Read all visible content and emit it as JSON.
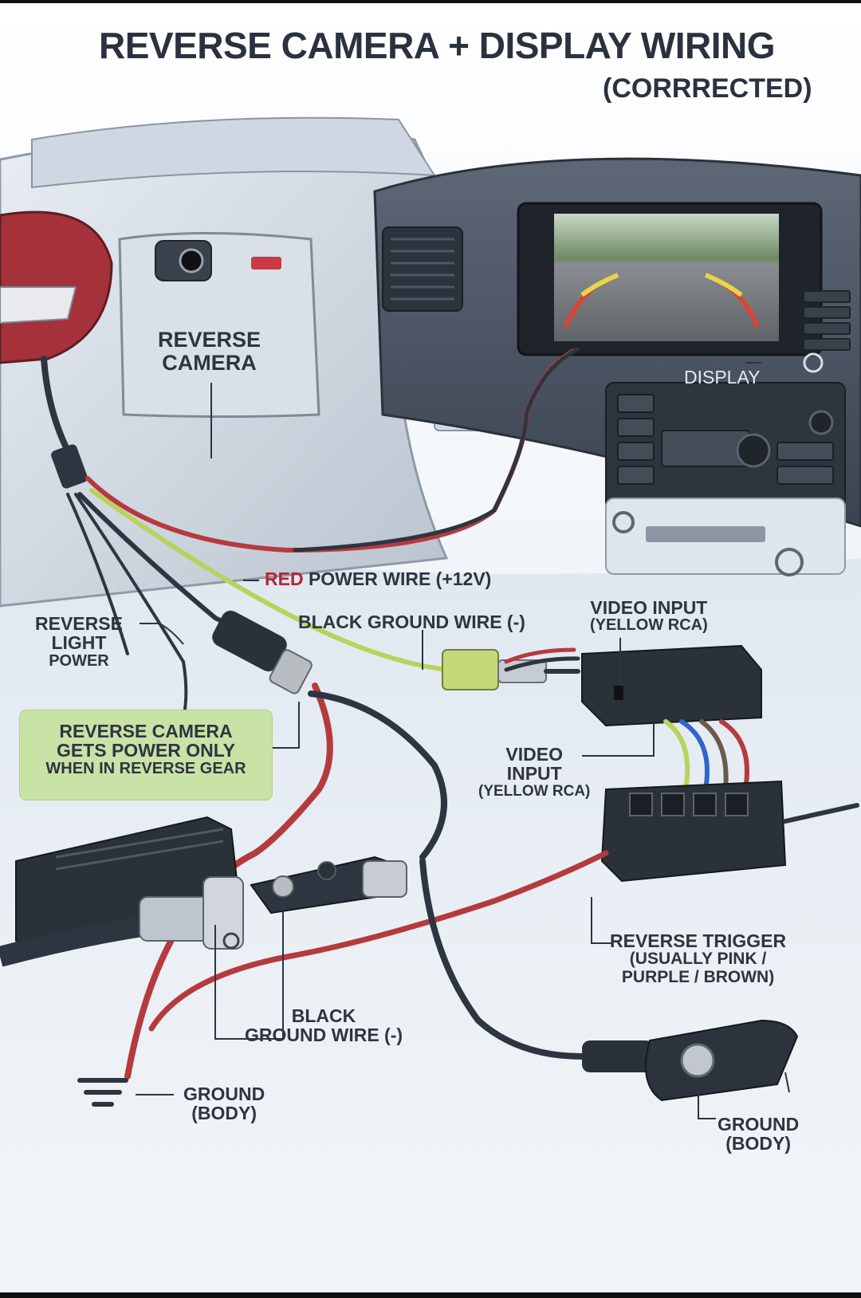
{
  "title": "REVERSE CAMERA + DISPLAY WIRING",
  "subtitle": "(CORRRECTED)",
  "labels": {
    "reverse_camera": [
      "REVERSE",
      "CAMERA"
    ],
    "display": "DISPLAY",
    "red_power_wire_color": "RED",
    "red_power_wire_rest": " POWER WIRE (+12V)",
    "black_ground_top": "BLACK GROUND WIRE (-)",
    "video_input_top": [
      "VIDEO INPUT",
      "(YELLOW RCA)"
    ],
    "reverse_light_power": [
      "REVERSE",
      "LIGHT",
      "POWER"
    ],
    "callout": [
      "REVERSE CAMERA",
      "GETS POWER ONLY",
      "WHEN IN REVERSE GEAR"
    ],
    "video_input_mid": [
      "VIDEO",
      "INPUT",
      "(YELLOW RCA)"
    ],
    "reverse_trigger": [
      "REVERSE TRIGGER",
      "(USUALLY PINK /",
      "PURPLE / BROWN)"
    ],
    "black_ground_bottom": [
      "BLACK",
      "GROUND WIRE (-)"
    ],
    "ground_left": [
      "GROUND",
      "(BODY)"
    ],
    "ground_right": [
      "GROUND",
      "(BODY)"
    ]
  },
  "colors": {
    "power_wire": "#b53a3e",
    "ground_wire": "#2e3440",
    "video_wire": "#b7d35c",
    "trigger_wire_blue": "#2f66c9",
    "trigger_wire_brown": "#6b5a4c",
    "callout_bg": "#c9e2a6",
    "label_red": "#b52636",
    "text": "#2f3440"
  }
}
